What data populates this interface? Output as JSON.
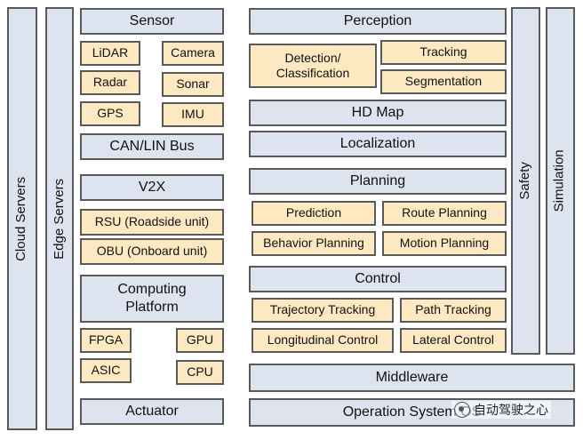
{
  "cloud_servers": "Cloud Servers",
  "edge_servers": "Edge Servers",
  "sensor": {
    "title": "Sensor",
    "items": [
      "LiDAR",
      "Camera",
      "Radar",
      "Sonar",
      "GPS",
      "IMU"
    ]
  },
  "can_lin_bus": "CAN/LIN Bus",
  "v2x": {
    "title": "V2X",
    "items": [
      "RSU (Roadside unit)",
      "OBU (Onboard unit)"
    ]
  },
  "computing_platform": {
    "title": "Computing Platform",
    "items": [
      "FPGA",
      "GPU",
      "ASIC",
      "CPU"
    ]
  },
  "actuator": "Actuator",
  "perception": {
    "title": "Perception",
    "items": [
      "Detection/ Classification",
      "Tracking",
      "Segmentation"
    ]
  },
  "hd_map": "HD Map",
  "localization": "Localization",
  "planning": {
    "title": "Planning",
    "items": [
      "Prediction",
      "Route Planning",
      "Behavior Planning",
      "Motion Planning"
    ]
  },
  "control": {
    "title": "Control",
    "items": [
      "Trajectory Tracking",
      "Path Tracking",
      "Longitudinal Control",
      "Lateral Control"
    ]
  },
  "middleware": "Middleware",
  "operating_system": "Operation System OS",
  "safety": "Safety",
  "simulation": "Simulation",
  "watermark": "自动驾驶之心",
  "colors": {
    "layer_fill": "#dde4f0",
    "module_fill": "#fde9c1",
    "border": "#5a5a5a"
  }
}
